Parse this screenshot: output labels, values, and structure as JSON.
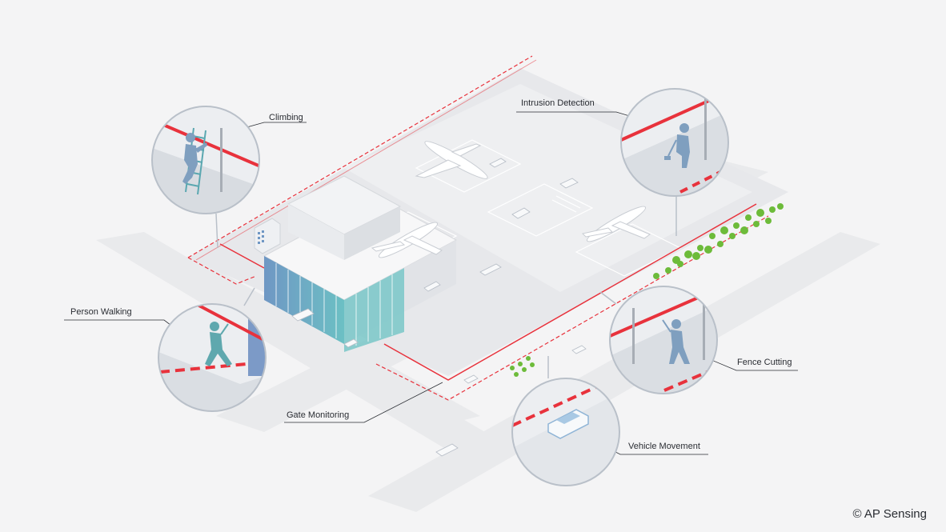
{
  "labels": {
    "climbing": "Climbing",
    "intrusion_detection": "Intrusion Detection",
    "person_walking": "Person Walking",
    "fence_cutting": "Fence Cutting",
    "gate_monitoring": "Gate Monitoring",
    "vehicle_movement": "Vehicle Movement"
  },
  "copyright": "© AP Sensing",
  "colors": {
    "background": "#f4f4f5",
    "fence_red": "#e8323c",
    "figure_blue": "#7f9fbf",
    "ladder_teal": "#5aa7b0",
    "glass_blue": "#6f97c4",
    "glass_teal": "#6cc0c4",
    "tree_green": "#6dbb3a",
    "callout_border": "#b9c0c9"
  },
  "icons": [
    "climber-figure",
    "digger-figure",
    "walker-figure",
    "cutter-figure",
    "car-icon",
    "airplane-icon"
  ]
}
